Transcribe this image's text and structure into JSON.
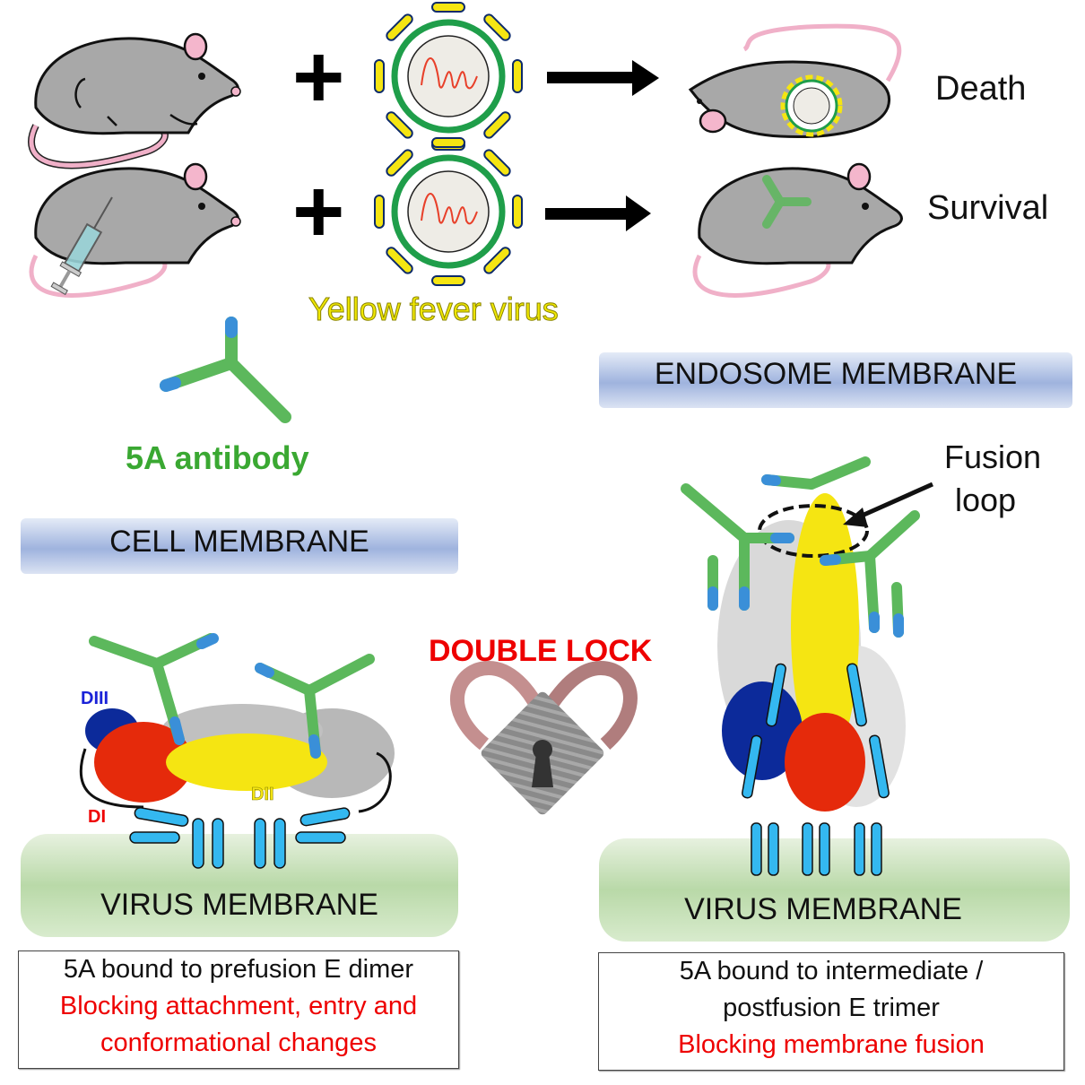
{
  "top_panel": {
    "outcomes": [
      "Death",
      "Survival"
    ],
    "virus_label": "Yellow fever virus",
    "antibody_label": "5A antibody",
    "plus_icon": "plus-icon",
    "arrow_icon": "arrow-right-icon"
  },
  "left_panel": {
    "top_membrane": "CELL MEMBRANE",
    "bottom_membrane": "VIRUS MEMBRANE",
    "domain_labels": {
      "d1": "DI",
      "d2": "DII",
      "d3": "DIII"
    },
    "caption_line1": "5A bound to prefusion E dimer",
    "caption_line2": "Blocking attachment, entry and",
    "caption_line3": "conformational changes"
  },
  "center": {
    "title": "DOUBLE LOCK",
    "icon": "double-padlock-icon"
  },
  "right_panel": {
    "top_membrane": "ENDOSOME MEMBRANE",
    "bottom_membrane": "VIRUS MEMBRANE",
    "fusion_label_line1": "Fusion",
    "fusion_label_line2": "loop",
    "caption_line1": "5A bound to intermediate /",
    "caption_line2": "postfusion E trimer",
    "caption_line3": "Blocking membrane fusion"
  },
  "colors": {
    "domain_I": "#e52a0b",
    "domain_II": "#f5e512",
    "domain_III": "#0c2a9a",
    "antibody": "#5cb85c",
    "antibody_tip": "#3a8fd8",
    "helix": "#34b8f0",
    "accent_red": "#ee0000"
  }
}
